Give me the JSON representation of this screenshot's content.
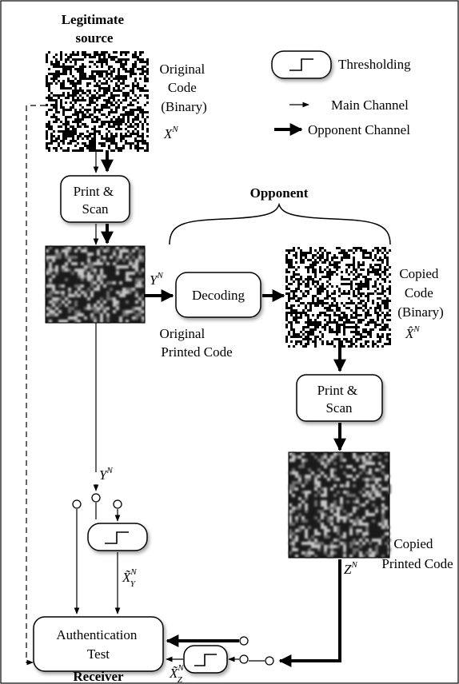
{
  "labels": {
    "source": [
      "Legitimate",
      "source"
    ],
    "receiver": "Receiver",
    "opponent": "Opponent",
    "original_code": [
      "Original",
      "Code",
      "(Binary)"
    ],
    "copied_code": [
      "Copied",
      "Code",
      "(Binary)"
    ],
    "original_printed": [
      "Original",
      "Printed Code"
    ],
    "copied_printed": [
      "Copied",
      "Printed Code"
    ]
  },
  "blocks": {
    "print_scan_1": [
      "Print &",
      "Scan"
    ],
    "print_scan_2": [
      "Print &",
      "Scan"
    ],
    "decoding": "Decoding",
    "auth": [
      "Authentication",
      "Test"
    ]
  },
  "legend": {
    "thresholding": "Thresholding",
    "main_channel": "Main Channel",
    "opponent_channel": "Opponent Channel"
  },
  "math": {
    "x": "X",
    "n": "N",
    "y": "Y",
    "z": "Z",
    "xhat_n": "N",
    "xt_y_sup": "N",
    "xt_y_sub": "Y",
    "xt_z_sup": "N",
    "xt_z_sub": "Z"
  },
  "colors": {
    "stroke": "#000000",
    "background": "#ffffff",
    "noise_dark": "#1a1a1a"
  }
}
